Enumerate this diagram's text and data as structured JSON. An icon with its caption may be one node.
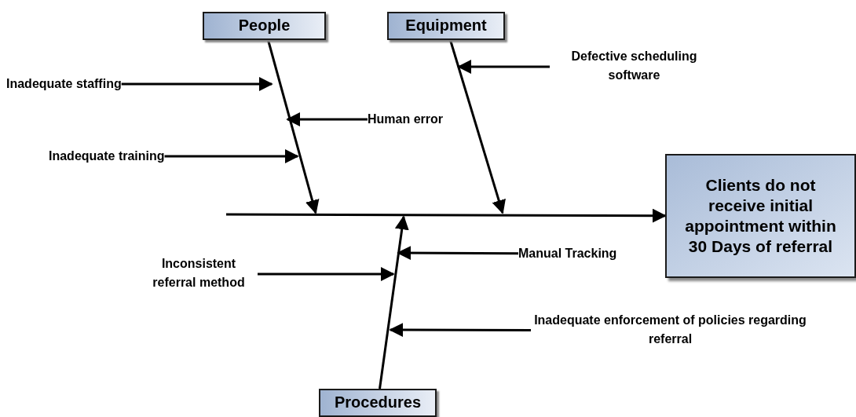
{
  "diagram": {
    "nodes": [
      {
        "text": [
          "People"
        ]
      },
      {
        "text": [
          "Equipment"
        ]
      },
      {
        "text": [
          "Defective scheduling software"
        ]
      },
      {
        "text": [
          "Inadequate staffing"
        ]
      },
      {
        "text": [
          "Human error"
        ]
      },
      {
        "text": [
          "Inadequate training"
        ]
      },
      {
        "text": [
          "Clients do not receive initial appointment within 30 Days of referral"
        ]
      },
      {
        "text": [
          "Manual Tracking"
        ]
      },
      {
        "text": [
          "Inconsistent referral method"
        ]
      },
      {
        "text": [
          "Inadequate enforcement of policies regarding referral"
        ]
      },
      {
        "text": [
          "Procedures"
        ]
      }
    ],
    "edges": [
      {
        "from": null,
        "to": 6,
        "arrow": "to"
      },
      {
        "from": 0,
        "to": null,
        "arrow": "to"
      },
      {
        "from": 1,
        "to": null,
        "arrow": "to"
      },
      {
        "from": 10,
        "to": null,
        "arrow": "to"
      },
      {
        "from": 2,
        "to": null,
        "arrow": "to"
      },
      {
        "from": 3,
        "to": null,
        "arrow": "to"
      },
      {
        "from": 4,
        "to": null,
        "arrow": "to"
      },
      {
        "from": 5,
        "to": null,
        "arrow": "to"
      },
      {
        "from": 7,
        "to": null,
        "arrow": "to"
      },
      {
        "from": 8,
        "to": null,
        "arrow": "to"
      },
      {
        "from": 9,
        "to": null,
        "arrow": "to"
      }
    ]
  }
}
